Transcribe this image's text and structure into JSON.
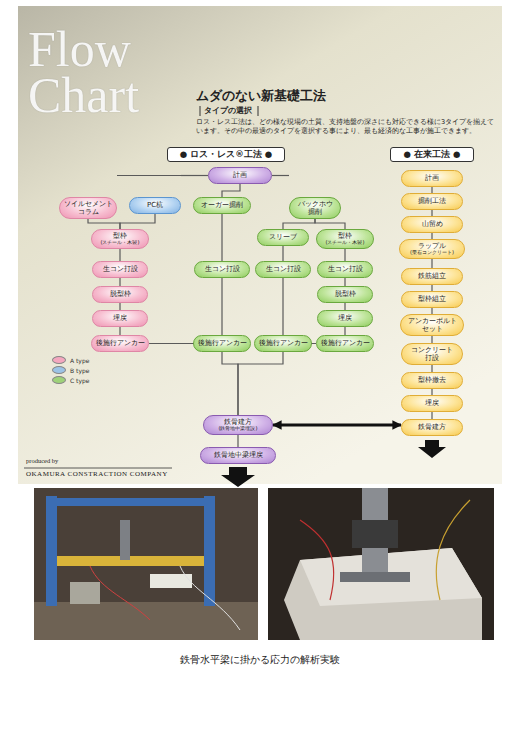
{
  "diagram": {
    "title": "ムダのない新基礎工法",
    "caption": "鉄骨水平梁に掛かる応力の解析実験",
    "nodes": [
      {
        "text": [
          "● ロス・レス®工法 ●"
        ]
      },
      {
        "text": [
          "● 在来工法 ●"
        ]
      },
      {
        "text": [
          "計画"
        ]
      },
      {
        "text": [
          "ソイルセメント コラム"
        ]
      },
      {
        "text": [
          "PC杭"
        ]
      },
      {
        "text": [
          "オーガー掘削"
        ]
      },
      {
        "text": [
          "バックホウ 掘削"
        ]
      },
      {
        "text": [
          "型枠",
          "(スチール・木製)"
        ]
      },
      {
        "text": [
          "生コン打設"
        ]
      },
      {
        "text": [
          "脱型枠"
        ]
      },
      {
        "text": [
          "埋戻"
        ]
      },
      {
        "text": [
          "後施行アンカー"
        ]
      },
      {
        "text": [
          "生コン打設"
        ]
      },
      {
        "text": [
          "後施行アンカー"
        ]
      },
      {
        "text": [
          "スリーブ"
        ]
      },
      {
        "text": [
          "生コン打設"
        ]
      },
      {
        "text": [
          "後施行アンカー"
        ]
      },
      {
        "text": [
          "型枠",
          "(スチール・木製)"
        ]
      },
      {
        "text": [
          "生コン打設"
        ]
      },
      {
        "text": [
          "脱型枠"
        ]
      },
      {
        "text": [
          "埋戻"
        ]
      },
      {
        "text": [
          "後施行アンカー"
        ]
      },
      {
        "text": [
          "鉄骨建方",
          "(鉄骨地中梁埋設)"
        ]
      },
      {
        "text": [
          "鉄骨地中梁埋戻"
        ]
      },
      {
        "text": [
          "計画"
        ]
      },
      {
        "text": [
          "掘削工法"
        ]
      },
      {
        "text": [
          "山留め"
        ]
      },
      {
        "text": [
          "ラップル",
          "(栗石コンクリート)"
        ]
      },
      {
        "text": [
          "鉄筋組立"
        ]
      },
      {
        "text": [
          "型枠組立"
        ]
      },
      {
        "text": [
          "アンカーボルト セット"
        ]
      },
      {
        "text": [
          "コンクリート 打設"
        ]
      },
      {
        "text": [
          "型枠撤去"
        ]
      },
      {
        "text": [
          "埋戻"
        ]
      },
      {
        "text": [
          "鉄骨建方"
        ]
      }
    ],
    "edges": [
      {
        "from": 2,
        "to": 3,
        "arrow": "none"
      },
      {
        "from": 2,
        "to": 4,
        "arrow": "none"
      },
      {
        "from": 2,
        "to": 5,
        "arrow": "none"
      },
      {
        "from": 2,
        "to": 6,
        "arrow": "none"
      },
      {
        "from": 3,
        "to": 7,
        "arrow": "none"
      },
      {
        "from": 4,
        "to": 7,
        "arrow": "none"
      },
      {
        "from": 7,
        "to": 8,
        "arrow": "none"
      },
      {
        "from": 8,
        "to": 9,
        "arrow": "none"
      },
      {
        "from": 9,
        "to": 10,
        "arrow": "none"
      },
      {
        "from": 10,
        "to": 11,
        "arrow": "none"
      },
      {
        "from": 5,
        "to": 12,
        "arrow": "none"
      },
      {
        "from": 12,
        "to": 13,
        "arrow": "none"
      },
      {
        "from": 6,
        "to": 14,
        "arrow": "none"
      },
      {
        "from": 6,
        "to": 17,
        "arrow": "none"
      },
      {
        "from": 14,
        "to": 15,
        "arrow": "none"
      },
      {
        "from": 15,
        "to": 16,
        "arrow": "none"
      },
      {
        "from": 17,
        "to": 18,
        "arrow": "none"
      },
      {
        "from": 18,
        "to": 19,
        "arrow": "none"
      },
      {
        "from": 19,
        "to": 20,
        "arrow": "none"
      },
      {
        "from": 20,
        "to": 21,
        "arrow": "none"
      },
      {
        "from": 11,
        "to": 22,
        "arrow": "none"
      },
      {
        "from": 13,
        "to": 22,
        "arrow": "none"
      },
      {
        "from": 16,
        "to": 22,
        "arrow": "none"
      },
      {
        "from": 21,
        "to": 22,
        "arrow": "none"
      },
      {
        "from": 22,
        "to": 23,
        "arrow": "none"
      },
      {
        "from": 22,
        "to": 34,
        "arrow": "both"
      },
      {
        "from": 24,
        "to": 25,
        "arrow": "none"
      },
      {
        "from": 25,
        "to": 26,
        "arrow": "none"
      },
      {
        "from": 26,
        "to": 27,
        "arrow": "none"
      },
      {
        "from": 27,
        "to": 28,
        "arrow": "none"
      },
      {
        "from": 28,
        "to": 29,
        "arrow": "none"
      },
      {
        "from": 29,
        "to": 30,
        "arrow": "none"
      },
      {
        "from": 30,
        "to": 31,
        "arrow": "none"
      },
      {
        "from": 31,
        "to": 32,
        "arrow": "none"
      },
      {
        "from": 32,
        "to": 33,
        "arrow": "none"
      },
      {
        "from": 33,
        "to": 34,
        "arrow": "none"
      }
    ],
    "labels": [
      "Flow Chart",
      "タイプの選択",
      "ロス・レス工法は、どの様な現場の土質、支持地盤の深さにも対応できる様に3タイプを揃えて います。その中の最適のタイプを選択する事により、最も経済的な工事が施工できます。",
      "produced by",
      "OKAMURA CONSTRACTION COMPANY"
    ],
    "legend": [
      {
        "text": "A type",
        "color": "#f4a7bf"
      },
      {
        "text": "B type",
        "color": "#9cc3e6"
      },
      {
        "text": "C type",
        "color": "#9fd27a"
      }
    ]
  }
}
